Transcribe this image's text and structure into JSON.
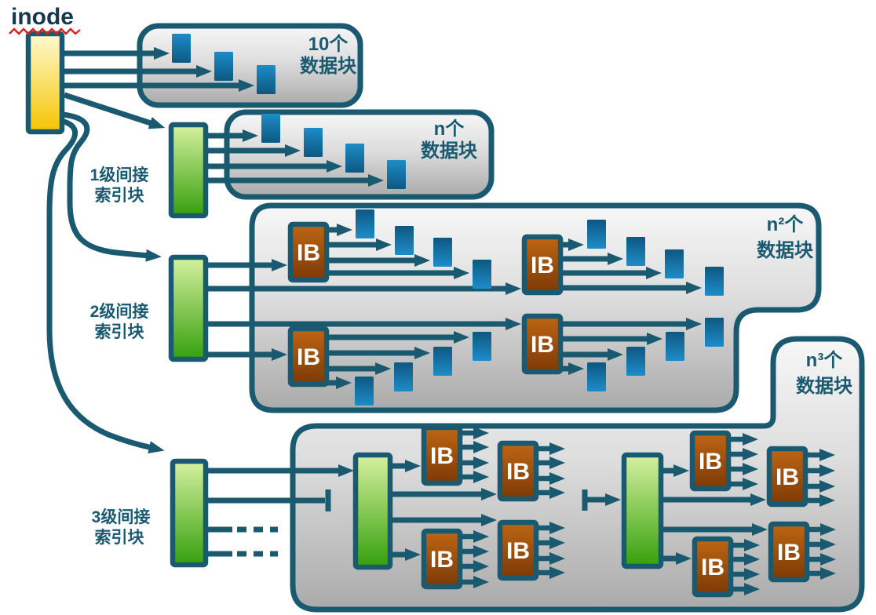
{
  "title": "inode indirect index block diagram",
  "inode": {
    "label": "inode"
  },
  "containers": {
    "direct": {
      "count_label": "10个",
      "type_label": "数据块"
    },
    "single": {
      "count_label": "n个",
      "type_label": "数据块"
    },
    "double": {
      "count_label": "n²个",
      "type_label": "数据块"
    },
    "triple": {
      "count_label": "n³个",
      "type_label": "数据块"
    }
  },
  "index_labels": {
    "level1": {
      "line1": "1级间接",
      "line2": "索引块"
    },
    "level2": {
      "line1": "2级间接",
      "line2": "索引块"
    },
    "level3": {
      "line1": "3级间接",
      "line2": "索引块"
    }
  },
  "ib_label": "IB",
  "colors": {
    "background": "#FFFFFF",
    "teal": "#1A5A70",
    "ink": "#15384B",
    "red_squiggle": "#D42321",
    "inode_top": "#FEFAD0",
    "inode_bottom": "#F5C401",
    "green_top": "#D6F1A0",
    "green_bottom": "#35A00C",
    "blue_top": "#1E8CC8",
    "blue_bottom": "#0D5881",
    "ib_top": "#BE6514",
    "ib_bottom": "#7C3A06",
    "ib_text": "#FFFFFF",
    "panel_top": "#F7F7F7",
    "panel_bottom": "#AAAAAA"
  }
}
